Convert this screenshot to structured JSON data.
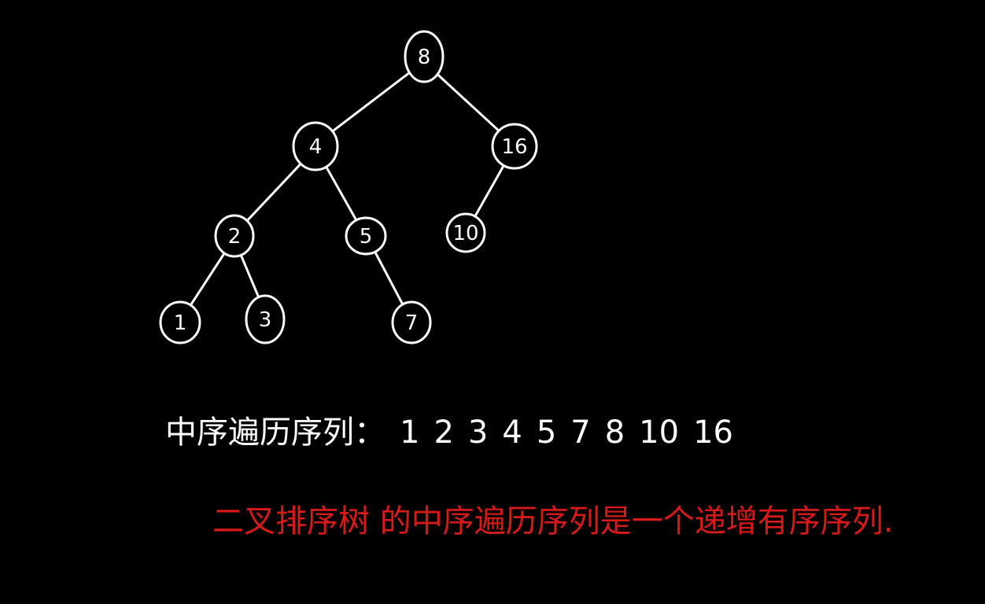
{
  "tree": {
    "nodes": [
      {
        "id": "n8",
        "label": "8"
      },
      {
        "id": "n4",
        "label": "4"
      },
      {
        "id": "n16",
        "label": "16"
      },
      {
        "id": "n2",
        "label": "2"
      },
      {
        "id": "n5",
        "label": "5"
      },
      {
        "id": "n10",
        "label": "10"
      },
      {
        "id": "n1",
        "label": "1"
      },
      {
        "id": "n3",
        "label": "3"
      },
      {
        "id": "n7",
        "label": "7"
      }
    ],
    "edges": [
      [
        "n8",
        "n4"
      ],
      [
        "n8",
        "n16"
      ],
      [
        "n4",
        "n2"
      ],
      [
        "n4",
        "n5"
      ],
      [
        "n16",
        "n10"
      ],
      [
        "n2",
        "n1"
      ],
      [
        "n2",
        "n3"
      ],
      [
        "n5",
        "n7"
      ]
    ]
  },
  "inorder": {
    "label": "中序遍历序列：",
    "values": [
      "1",
      "2",
      "3",
      "4",
      "5",
      "7",
      "8",
      "10",
      "16"
    ]
  },
  "conclusion": "二叉排序树 的中序遍历序列是一个递增有序序列."
}
